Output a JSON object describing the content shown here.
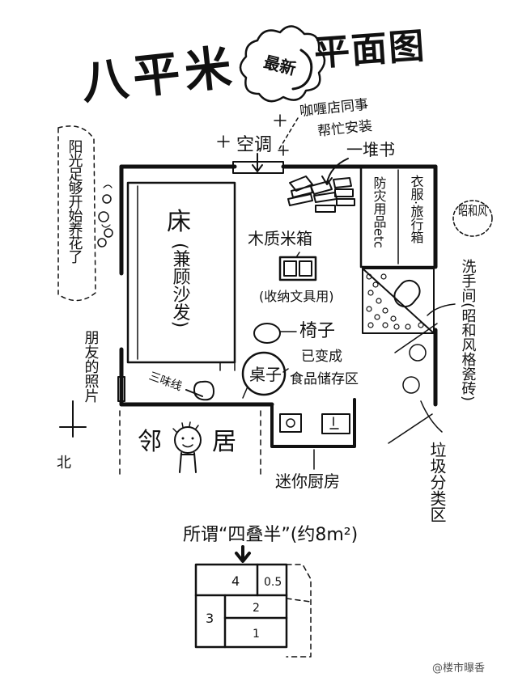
{
  "title": {
    "main_a": "八平米",
    "badge": "最新",
    "main_b": "平面图"
  },
  "notes": {
    "cafe_line1": "咖喱店同事",
    "cafe_line2": "帮忙安装",
    "aircon": "空调",
    "books": "一堆书",
    "sunshine": "阳光足够开始养花了",
    "bed_line1": "床",
    "bed_line2": "(兼顾沙发)",
    "wooden_box": "木质米箱",
    "storage": "(收纳文具用)",
    "chair": "椅子",
    "desk": "桌子",
    "food_area_line1": "已变成",
    "food_area_line2": "食品储存区",
    "friend_photos": "朋友的照片",
    "sanweixian": "三味线",
    "north": "北",
    "neighbor": "邻",
    "neighbor_b": "居",
    "mini_kitchen": "迷你厨房",
    "wardrobe_a": "防灾用品etc",
    "wardrobe_b": "衣服·旅行箱",
    "showa_style": "昭和风",
    "washroom": "洗手间(昭和风格瓷砖)",
    "garbage": "垃圾分类区",
    "yojo_caption": "所谓“四叠半”(约8m²)",
    "yojo_cells": [
      "4",
      "0.5",
      "3",
      "2",
      "1"
    ],
    "watermark": "@楼市曝香"
  }
}
